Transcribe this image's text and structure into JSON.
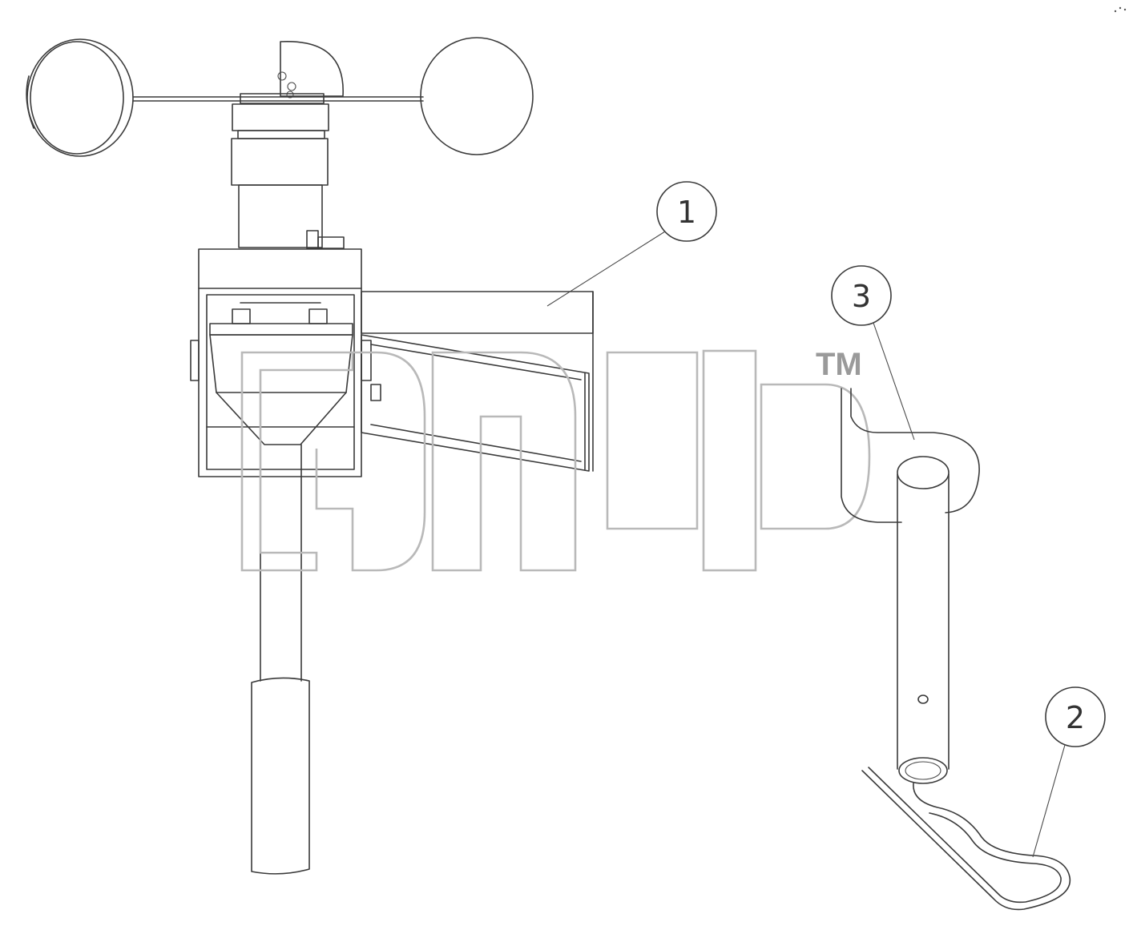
{
  "callouts": [
    {
      "label": "1"
    },
    {
      "label": "2"
    },
    {
      "label": "3"
    }
  ],
  "watermark": {
    "trademark": "TM"
  },
  "colors": {
    "line": "#3a3a3a",
    "watermark": "#b9b9b9",
    "background": "#ffffff"
  }
}
